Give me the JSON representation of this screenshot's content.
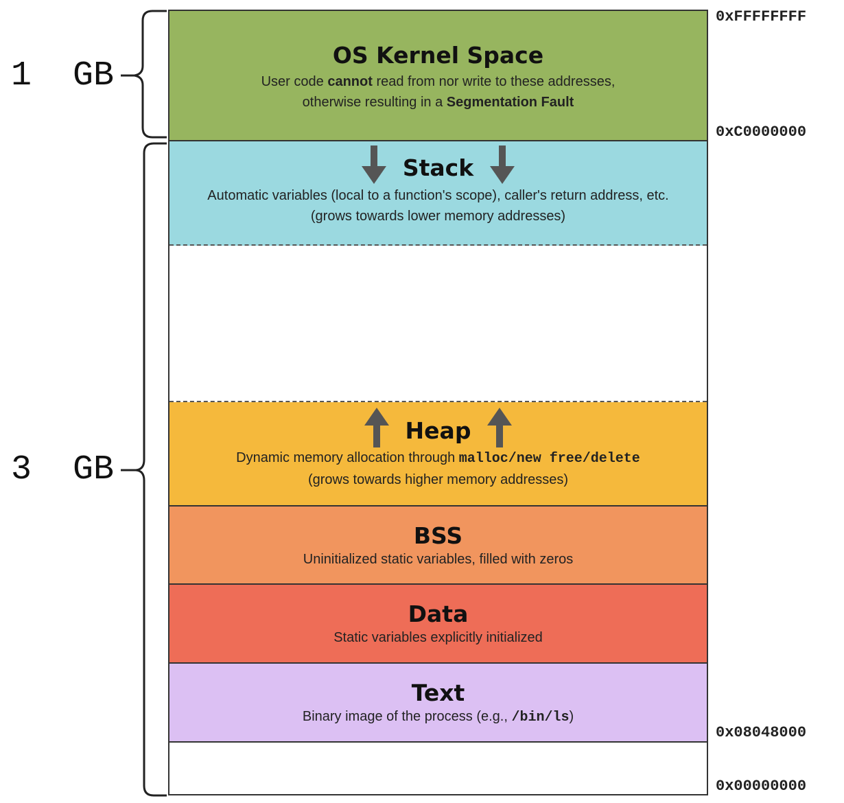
{
  "size_labels": {
    "kernel": "1  GB",
    "user": "3  GB"
  },
  "addresses": {
    "top": "0xFFFFFFFF",
    "kernel_start": "0xC0000000",
    "text_start": "0x08048000",
    "bottom": "0x00000000"
  },
  "segments": {
    "kernel": {
      "title": "OS Kernel Space",
      "desc1_pre": "User code ",
      "desc1_bold": "cannot",
      "desc1_post": " read from nor write to these addresses,",
      "desc2_pre": "otherwise resulting in a ",
      "desc2_bold": "Segmentation Fault",
      "color": "#97b55f"
    },
    "stack": {
      "title": "Stack",
      "desc1": "Automatic variables (local to a function's scope), caller's return address, etc.",
      "desc2": "(grows towards lower memory addresses)",
      "color": "#9bd9e0"
    },
    "heap": {
      "title": "Heap",
      "desc1_pre": "Dynamic memory allocation through ",
      "desc1_code": "malloc/new free/delete",
      "desc2": "(grows towards higher memory addresses)",
      "color": "#f5b93c"
    },
    "bss": {
      "title": "BSS",
      "desc": "Uninitialized static variables, filled with zeros",
      "color": "#f1955e"
    },
    "data": {
      "title": "Data",
      "desc": "Static variables explicitly initialized",
      "color": "#ee6d57"
    },
    "text": {
      "title": "Text",
      "desc_pre": "Binary image of the process (e.g., ",
      "desc_code": "/bin/ls",
      "desc_post": ")",
      "color": "#dcc0f3"
    }
  },
  "icons": {
    "stack_arrows": "arrow-down-icon",
    "heap_arrows": "arrow-up-icon"
  }
}
